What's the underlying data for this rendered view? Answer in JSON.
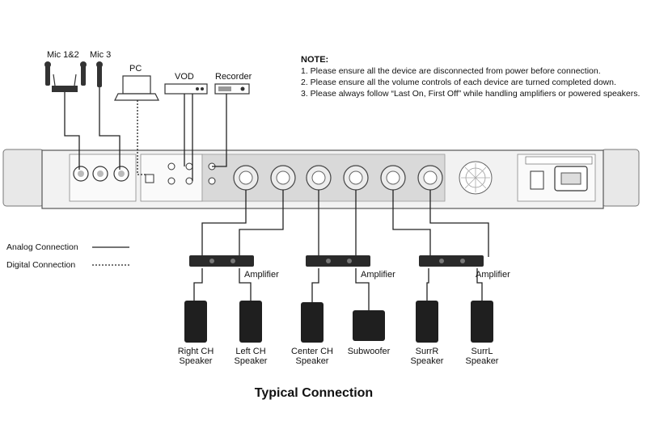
{
  "devices": {
    "mic12": "Mic 1&2",
    "mic3": "Mic 3",
    "pc": "PC",
    "vod": "VOD",
    "recorder": "Recorder"
  },
  "notes": {
    "title": "NOTE:",
    "lines": [
      "1. Please ensure all the device are disconnected from power before connection.",
      "2. Please ensure all the volume controls of each device are turned completed down.",
      "3. Please always follow “Last On, First Off” while handling amplifiers or powered speakers."
    ]
  },
  "legend": {
    "analog": "Analog Connection",
    "digital": "Digital Connection"
  },
  "amplifier_label": "Amplifier",
  "speakers": [
    {
      "line1": "Right CH",
      "line2": "Speaker"
    },
    {
      "line1": "Left CH",
      "line2": "Speaker"
    },
    {
      "line1": "Center CH",
      "line2": "Speaker"
    },
    {
      "line1": "Subwoofer",
      "line2": ""
    },
    {
      "line1": "SurrR",
      "line2": "Speaker"
    },
    {
      "line1": "SurrL",
      "line2": "Speaker"
    }
  ],
  "caption": "Typical Connection",
  "colors": {
    "panel": "#dedede",
    "panel_dark": "#c9c9c9",
    "line": "#222222",
    "speaker": "#1f1f1f"
  }
}
